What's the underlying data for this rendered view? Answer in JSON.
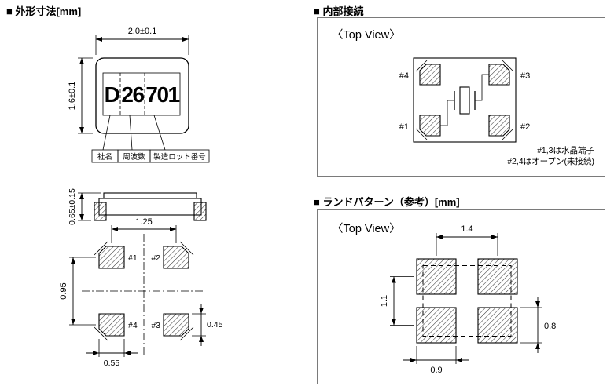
{
  "sections": {
    "outline": {
      "title": "■ 外形寸法[mm]",
      "marking": {
        "company_code": "D",
        "frequency": "26",
        "lot": "701"
      },
      "dims": {
        "body_width": "2.0±0.1",
        "body_height": "1.6±0.1",
        "body_thickness": "0.65±0.15",
        "pad_pitch_x": "1.25",
        "pad_pitch_y": "0.95",
        "pad_dim_right": "0.45",
        "pad_dim_bottom": "0.55"
      },
      "legend": {
        "company": "社名",
        "frequency": "周波数",
        "lot": "製造ロット番号"
      },
      "pad_labels": {
        "p1": "#1",
        "p2": "#2",
        "p3": "#3",
        "p4": "#4"
      }
    },
    "internal": {
      "title": "■ 内部接続",
      "view_label": "〈Top View〉",
      "pad_labels": {
        "p1": "#1",
        "p2": "#2",
        "p3": "#3",
        "p4": "#4"
      },
      "note1": "#1,3は水晶端子",
      "note2": "#2,4はオープン(未接続)"
    },
    "land": {
      "title": "■ ランドパターン（参考）[mm]",
      "view_label": "〈Top View〉",
      "dims": {
        "pitch_x": "1.4",
        "pitch_y": "1.1",
        "pad_width": "0.9",
        "pad_height": "0.8"
      }
    }
  }
}
